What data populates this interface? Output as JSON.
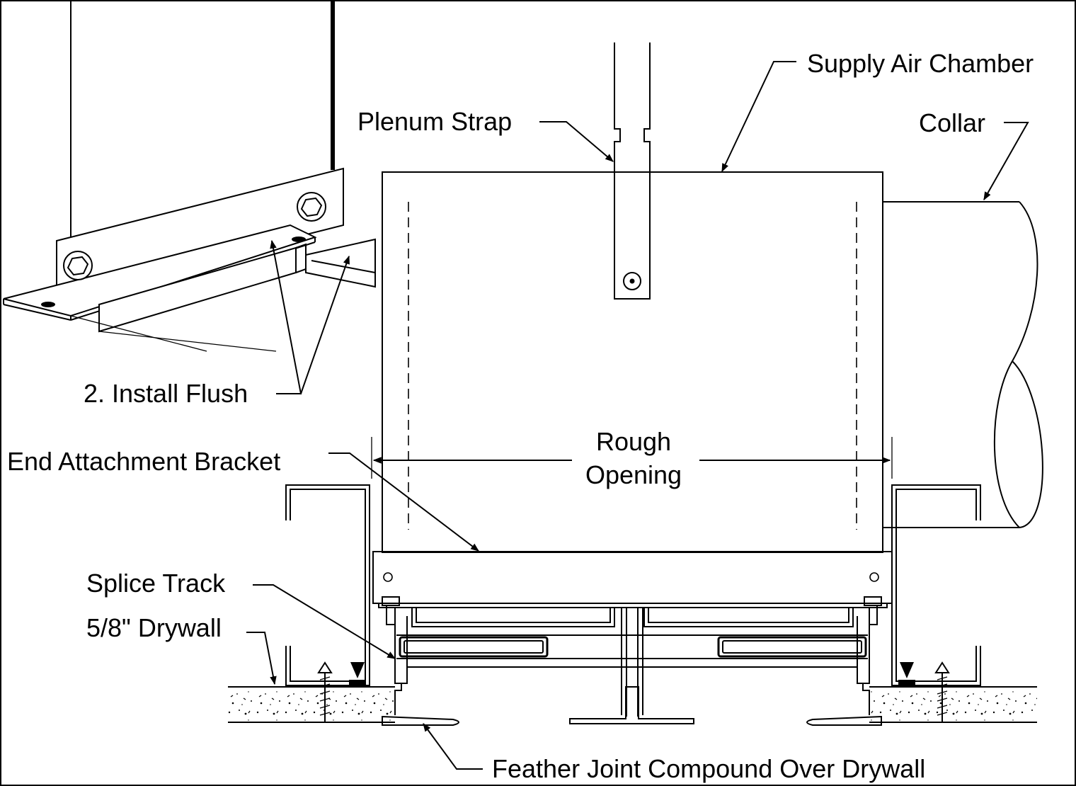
{
  "labels": {
    "supply_air_chamber": "Supply Air Chamber",
    "plenum_strap": "Plenum Strap",
    "collar": "Collar",
    "install_flush": "2. Install Flush",
    "end_attachment_bracket": "End Attachment Bracket",
    "rough": "Rough",
    "opening": "Opening",
    "splice_track": "Splice Track",
    "drywall": "5/8\" Drywall",
    "feather_joint": "Feather Joint Compound Over Drywall"
  }
}
